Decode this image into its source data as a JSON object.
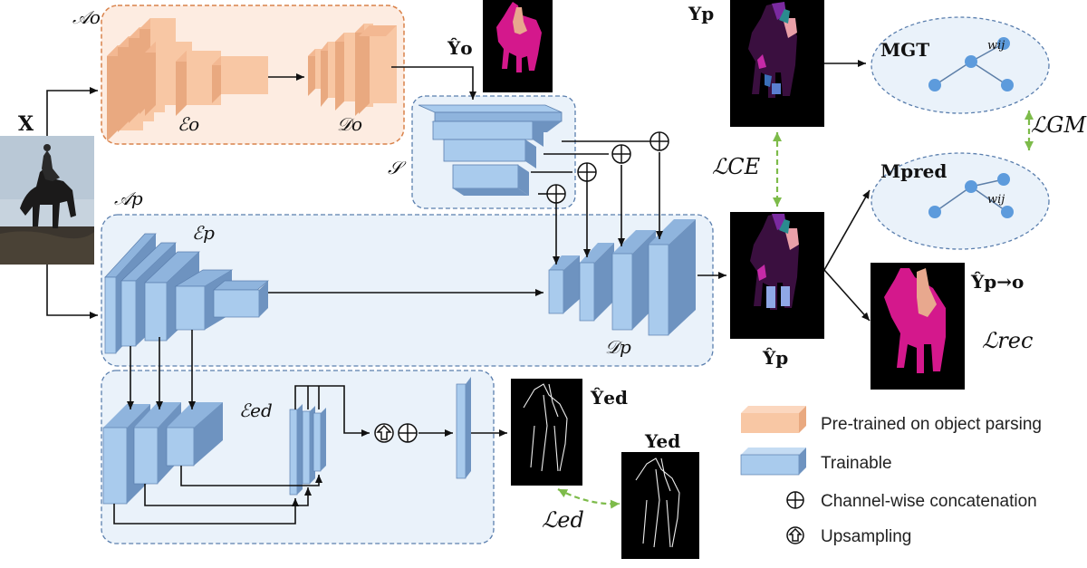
{
  "colors": {
    "orange_fill": "#f8c7a4",
    "orange_dark": "#e9a980",
    "orange_region": "#fdece1",
    "orange_border": "#d9824a",
    "blue_fill": "#a9cbed",
    "blue_dark": "#6e93c0",
    "blue_region": "#eaf2fa",
    "blue_border": "#5b7fae",
    "green_dashed": "#7dbb4a",
    "node_fill": "#5d9bdc",
    "magenta": "#d4188c"
  },
  "labels": {
    "input": "X",
    "object_branch": "𝒜o",
    "object_encoder": "ℰo",
    "object_decoder": "𝒟o",
    "object_output": "Ŷo",
    "part_branch": "𝒜p",
    "part_encoder": "ℰp",
    "part_decoder": "𝒟p",
    "selector": "𝒮",
    "edge_encoder": "ℰed",
    "part_pred": "Ŷp",
    "part_gt": "Yp",
    "part_to_object": "Ŷp→o",
    "edge_pred": "Ŷed",
    "edge_gt": "Yed",
    "graph_gt": "MGT",
    "graph_pred": "Mpred",
    "graph_weight_gt": "wij",
    "graph_weight_pred": "wij",
    "loss_ce": "ℒCE",
    "loss_gm": "ℒGM",
    "loss_rec": "ℒrec",
    "loss_ed": "ℒed"
  },
  "legend": {
    "pretrained": "Pre-trained on object parsing",
    "trainable": "Trainable",
    "concat": "Channel-wise concatenation",
    "upsampling": "Upsampling"
  }
}
